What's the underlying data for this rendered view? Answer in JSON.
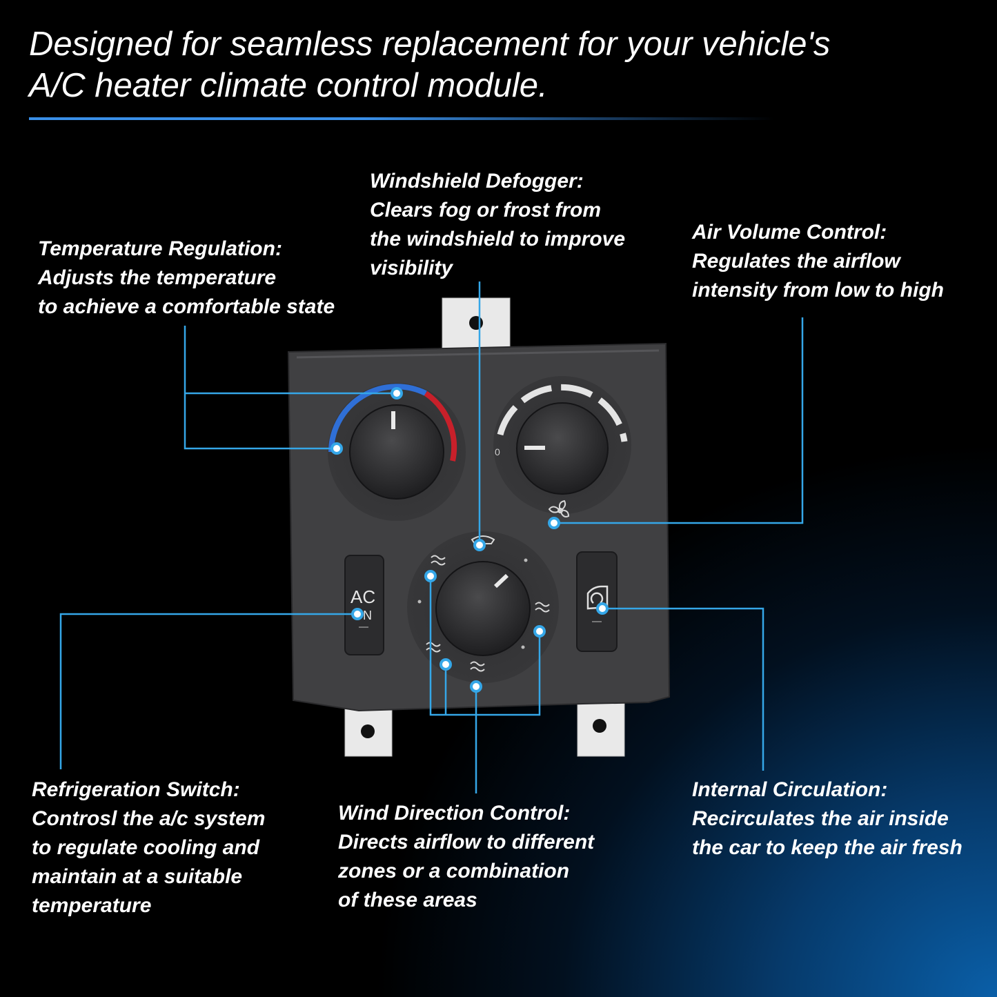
{
  "headline": {
    "line1": "Designed for seamless replacement for your vehicle's",
    "line2": "A/C heater climate control module."
  },
  "callouts": {
    "temperature": {
      "title": "Temperature Regulation:",
      "lines": [
        "Adjusts the temperature",
        "to achieve a comfortable state"
      ]
    },
    "defogger": {
      "title": "Windshield Defogger:",
      "lines": [
        "Clears fog or frost from",
        "the windshield to improve",
        "visibility"
      ]
    },
    "air_volume": {
      "title": "Air Volume Control:",
      "lines": [
        "Regulates the airflow",
        "intensity from low to high"
      ]
    },
    "refrigeration": {
      "title": "Refrigeration Switch:",
      "lines": [
        "Controsl the a/c system",
        "to regulate cooling and",
        "maintain at a suitable",
        "temperature"
      ]
    },
    "wind_direction": {
      "title": "Wind Direction Control:",
      "lines": [
        "Directs airflow to different",
        "zones or a combination",
        "of these areas"
      ]
    },
    "circulation": {
      "title": "Internal Circulation:",
      "lines": [
        "Recirculates the air inside",
        "the car to keep the air fresh"
      ]
    }
  },
  "panel": {
    "ac_button_top": "AC",
    "ac_button_bottom": "N",
    "fan_zero_label": "0"
  },
  "colors": {
    "accent": "#35a7e8",
    "cold": "#2f6fd6",
    "hot": "#c8202a",
    "panel": "#404042"
  }
}
